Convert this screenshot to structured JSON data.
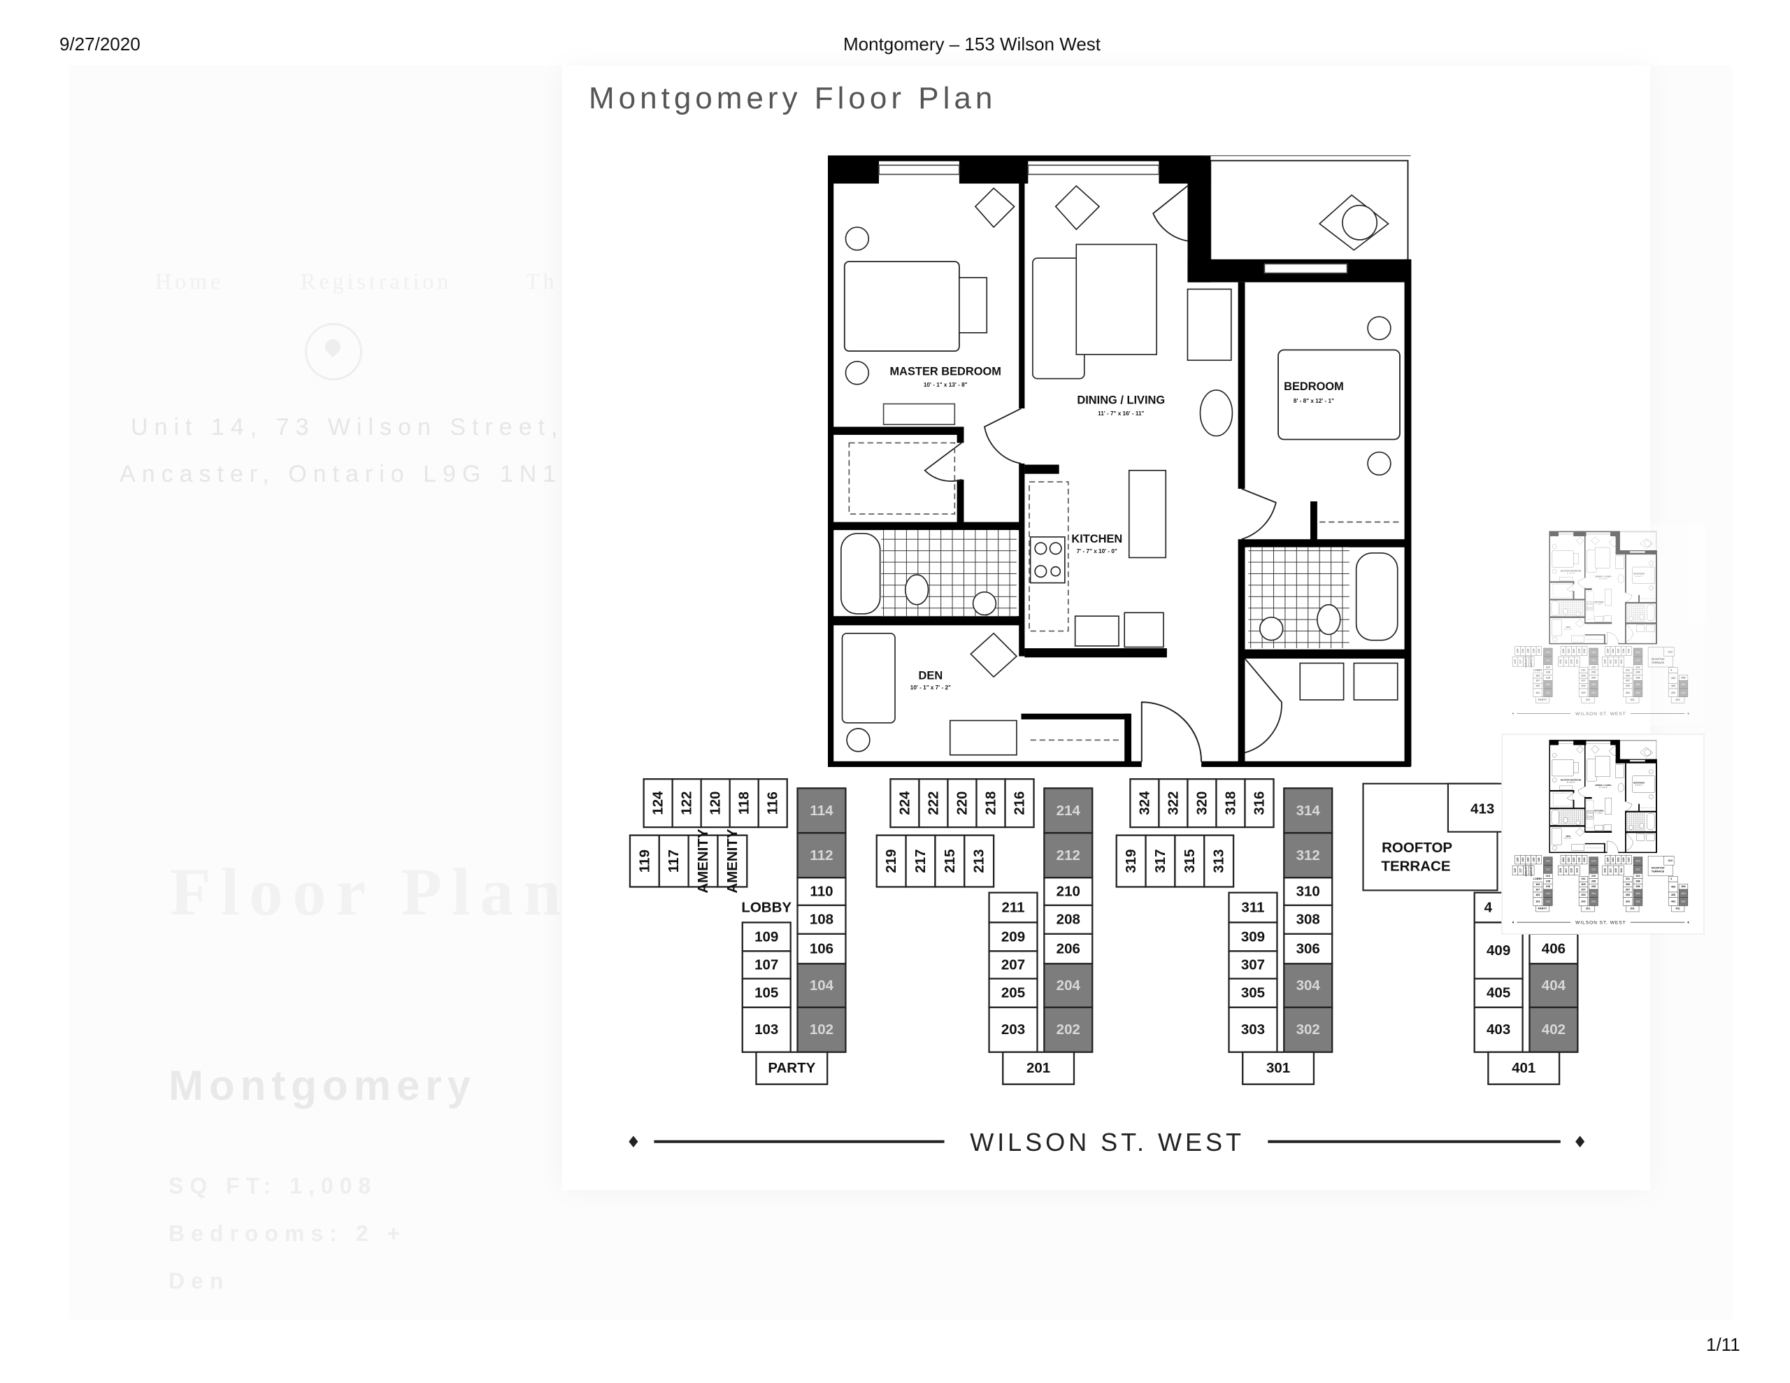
{
  "header": {
    "date": "9/27/2020",
    "title": "Montgomery – 153 Wilson West",
    "page_num": "1/11"
  },
  "background_page": {
    "nav": [
      "Home",
      "Registration",
      "Th"
    ],
    "location_icon": "map-pin-icon",
    "address_line1": "Unit 14, 73 Wilson Street,",
    "address_line2": "Ancaster, Ontario  L9G 1N1",
    "section_heading": "Floor Plan",
    "model_name": "Montgomery",
    "sq_ft": "SQ FT: 1,008",
    "bedrooms": "Bedrooms: 2 +",
    "bedrooms_cont": "Den"
  },
  "modal": {
    "title": "Montgomery Floor Plan"
  },
  "floor_plan": {
    "rooms": [
      {
        "name": "MASTER BEDROOM",
        "dims": "10' - 1\" x 13' - 8\""
      },
      {
        "name": "DINING / LIVING",
        "dims": "11' - 7\" x 16' - 11\""
      },
      {
        "name": "BEDROOM",
        "dims": "8' - 8\" x 12' - 1\""
      },
      {
        "name": "KITCHEN",
        "dims": "7' - 7\" x 10' - 0\""
      },
      {
        "name": "DEN",
        "dims": "10' - 1\" x 7' - 2\""
      }
    ]
  },
  "site_plan": {
    "colors": {
      "shaded": "#7d7d7d",
      "shaded_text": "#d8d8d8",
      "unit_border": "#222222"
    },
    "street": "WILSON ST. WEST",
    "rooftop_terrace": [
      "ROOFTOP",
      "TERRACE"
    ],
    "buildings": [
      {
        "top_row": [
          "124",
          "122",
          "120",
          "118",
          "116"
        ],
        "second_row": [
          "119",
          "117",
          "AMENITY",
          "AMENITY"
        ],
        "right_col": [
          {
            "label": "114",
            "shaded": true
          },
          {
            "label": "112",
            "shaded": true
          },
          {
            "label": "110"
          },
          {
            "label": "108"
          },
          {
            "label": "106"
          },
          {
            "label": "104",
            "shaded": true
          },
          {
            "label": "102",
            "shaded": true
          }
        ],
        "left_col": [
          {
            "label": "LOBBY",
            "open": true
          },
          {
            "label": "109"
          },
          {
            "label": "107"
          },
          {
            "label": "105"
          },
          {
            "label": "103"
          }
        ],
        "bottom": "PARTY"
      },
      {
        "top_row": [
          "224",
          "222",
          "220",
          "218",
          "216"
        ],
        "second_row": [
          "219",
          "217",
          "215",
          "213"
        ],
        "right_col": [
          {
            "label": "214",
            "shaded": true
          },
          {
            "label": "212",
            "shaded": true
          },
          {
            "label": "210"
          },
          {
            "label": "208"
          },
          {
            "label": "206"
          },
          {
            "label": "204",
            "shaded": true
          },
          {
            "label": "202",
            "shaded": true
          }
        ],
        "left_col": [
          {
            "label": "211"
          },
          {
            "label": "209"
          },
          {
            "label": "207"
          },
          {
            "label": "205"
          },
          {
            "label": "203"
          }
        ],
        "bottom": "201"
      },
      {
        "top_row": [
          "324",
          "322",
          "320",
          "318",
          "316"
        ],
        "second_row": [
          "319",
          "317",
          "315",
          "313"
        ],
        "right_col": [
          {
            "label": "314",
            "shaded": true
          },
          {
            "label": "312",
            "shaded": true
          },
          {
            "label": "310"
          },
          {
            "label": "308"
          },
          {
            "label": "306"
          },
          {
            "label": "304",
            "shaded": true
          },
          {
            "label": "302",
            "shaded": true
          }
        ],
        "left_col": [
          {
            "label": "311"
          },
          {
            "label": "309"
          },
          {
            "label": "307"
          },
          {
            "label": "305"
          },
          {
            "label": "303"
          }
        ],
        "bottom": "301"
      },
      {
        "corner_unit": "413",
        "right_col": [
          null,
          null,
          null,
          null,
          {
            "label": "406"
          },
          {
            "label": "404",
            "shaded": true
          },
          {
            "label": "402",
            "shaded": true
          }
        ],
        "left_col": [
          {
            "label": "4"
          },
          {
            "label": "409",
            "span": 2
          },
          {
            "label": "405"
          },
          {
            "label": "403"
          }
        ],
        "bottom": "401"
      }
    ]
  },
  "thumbnails": [
    {
      "label": "floor-plan-thumbnail-1",
      "active": false
    },
    {
      "label": "floor-plan-thumbnail-2",
      "active": true
    }
  ]
}
